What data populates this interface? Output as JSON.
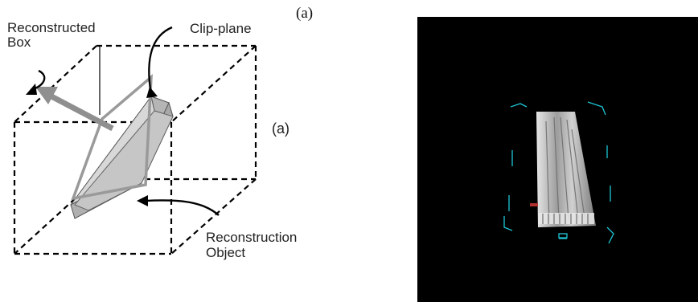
{
  "figure": {
    "label_top": "(a)",
    "label_side": "(a)"
  },
  "diagram": {
    "reconstructed_box_line1": "Reconstructed",
    "reconstructed_box_line2": "Box",
    "clip_plane": "Clip-plane",
    "reconstruction_object_line1": "Reconstruction",
    "reconstruction_object_line2": "Object"
  },
  "colors": {
    "background": "#ffffff",
    "render_background": "#000000",
    "box_lines": "#000000",
    "object_fill": "#c8c8c8",
    "plane_stroke": "#9a9a9a",
    "cyan_bounds": "#1fc6d6"
  }
}
